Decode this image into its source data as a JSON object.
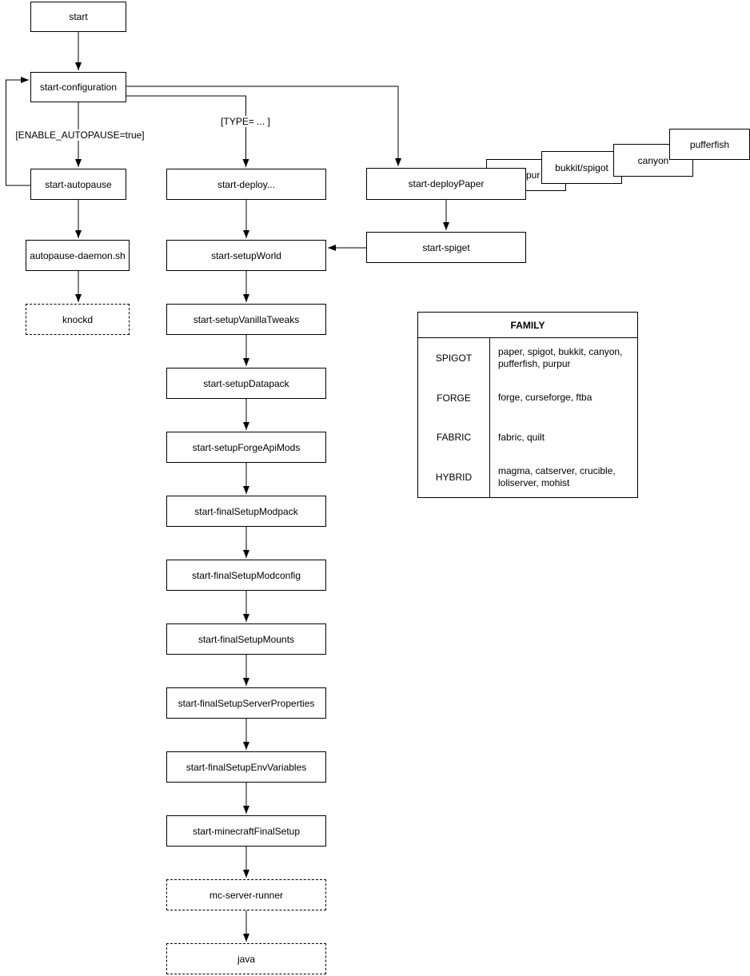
{
  "diagram": {
    "nodes": {
      "start": "start",
      "start_configuration": "start-configuration",
      "start_autopause": "start-autopause",
      "autopause_daemon": "autopause-daemon.sh",
      "knockd": "knockd",
      "start_deploy": "start-deploy...",
      "start_setup_world": "start-setupWorld",
      "start_setup_vanilla_tweaks": "start-setupVanillaTweaks",
      "start_setup_datapack": "start-setupDatapack",
      "start_setup_forge_api_mods": "start-setupForgeApiMods",
      "start_final_setup_modpack": "start-finalSetupModpack",
      "start_final_setup_modconfig": "start-finalSetupModconfig",
      "start_final_setup_mounts": "start-finalSetupMounts",
      "start_final_setup_server_properties": "start-finalSetupServerProperties",
      "start_final_setup_env_variables": "start-finalSetupEnvVariables",
      "start_minecraft_final_setup": "start-minecraftFinalSetup",
      "mc_server_runner": "mc-server-runner",
      "java": "java",
      "start_deploy_paper": "start-deployPaper",
      "purpur": "purpur",
      "bukkit_spigot": "bukkit/spigot",
      "canyon": "canyon",
      "pufferfish": "pufferfish",
      "start_spiget": "start-spiget"
    },
    "edge_labels": {
      "enable_autopause": "[ENABLE_AUTOPAUSE=true]",
      "type_condition": "[TYPE= ... ]"
    },
    "colors": {
      "stroke": "#000000",
      "fill": "#ffffff",
      "text": "#000000"
    }
  },
  "family_table": {
    "title": "FAMILY",
    "rows": [
      {
        "family": "SPIGOT",
        "members": "paper, spigot, bukkit, canyon, pufferfish, purpur"
      },
      {
        "family": "FORGE",
        "members": "forge, curseforge, ftba"
      },
      {
        "family": "FABRIC",
        "members": "fabric, quilt"
      },
      {
        "family": "HYBRID",
        "members": "magma, catserver, crucible, loliserver, mohist"
      }
    ]
  }
}
